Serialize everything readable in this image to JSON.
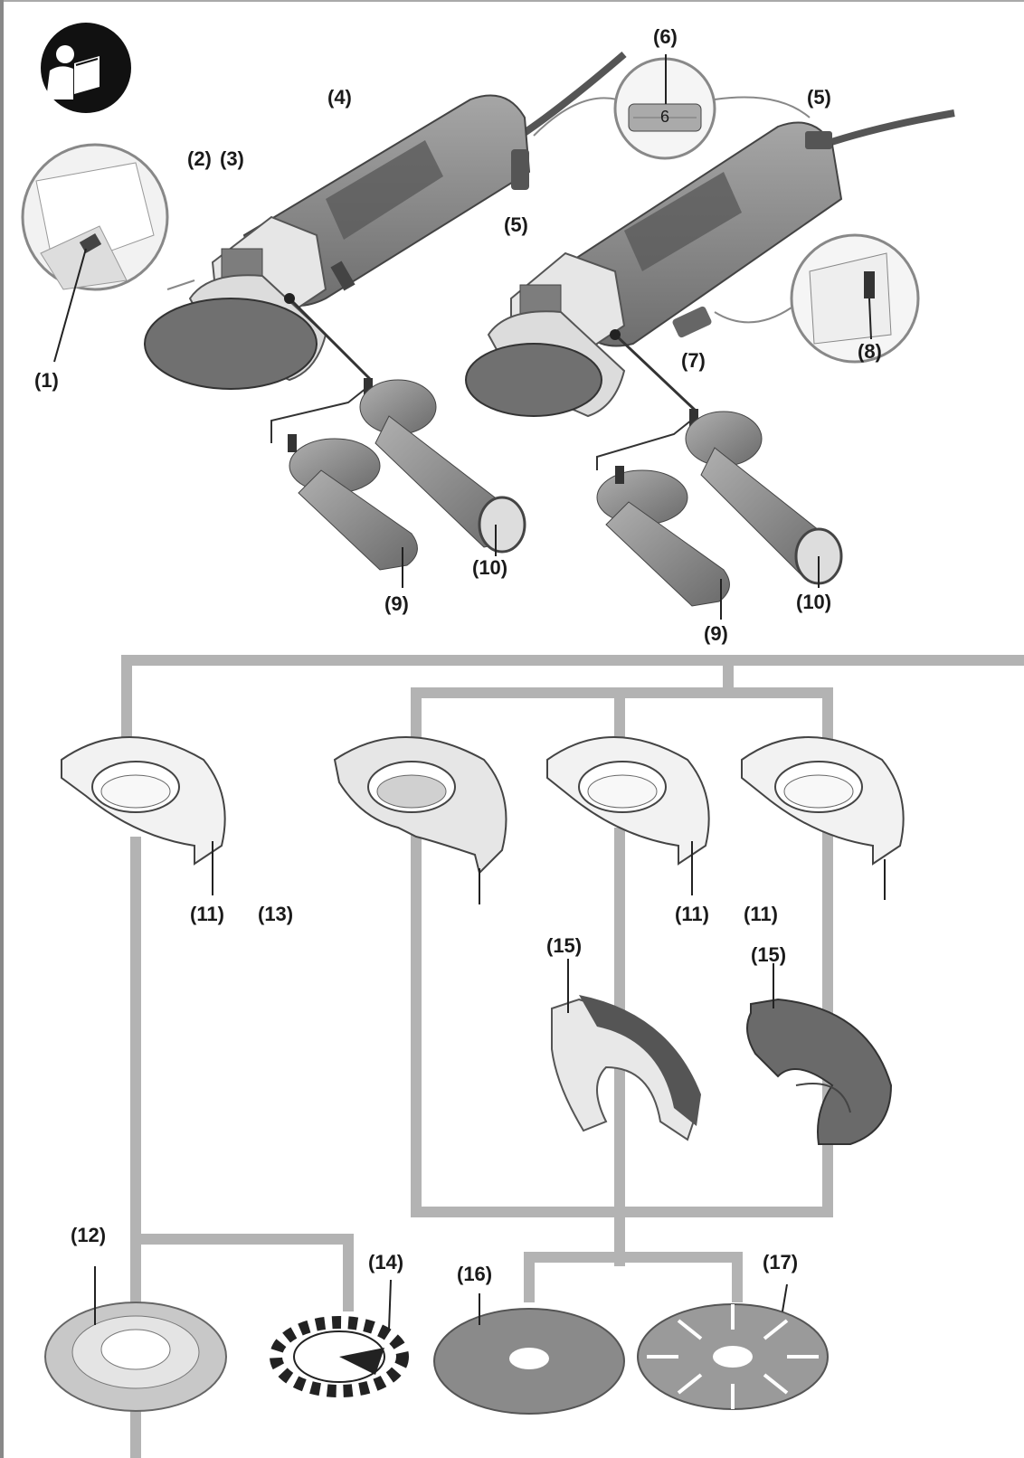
{
  "labels": {
    "l1": "(1)",
    "l2": "(2)",
    "l3": "(3)",
    "l4": "(4)",
    "l5a": "(5)",
    "l5b": "(5)",
    "l6": "(6)",
    "l6digit": "6",
    "l7": "(7)",
    "l8": "(8)",
    "l9a": "(9)",
    "l9b": "(9)",
    "l10a": "(10)",
    "l10b": "(10)",
    "l11a": "(11)",
    "l11b": "(11)",
    "l11c": "(11)",
    "l12": "(12)",
    "l13": "(13)",
    "l14": "(14)",
    "l15a": "(15)",
    "l15b": "(15)",
    "l16": "(16)",
    "l17": "(17)"
  },
  "icons": {
    "manual": "read-manual-icon"
  },
  "colors": {
    "line": "#b3b3b3",
    "body": "#8c8c8c",
    "dark": "#4d4d4d",
    "light": "#d9d9d9"
  }
}
